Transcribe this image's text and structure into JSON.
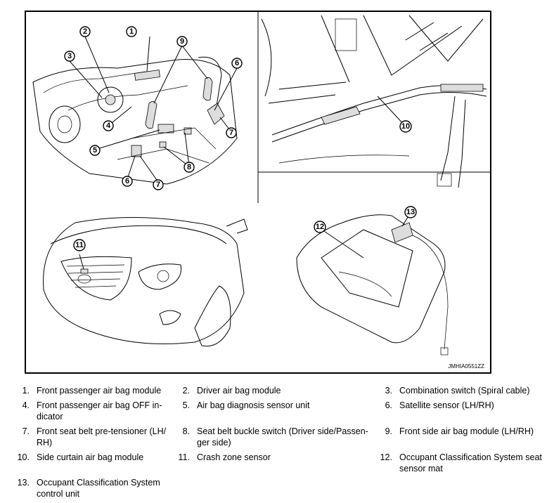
{
  "figure": {
    "code": "JMHIA0551ZZ",
    "callouts": [
      "1",
      "2",
      "3",
      "4",
      "5",
      "6",
      "7",
      "8",
      "9",
      "10",
      "11",
      "12",
      "13",
      "6",
      "7"
    ]
  },
  "legend": {
    "items": [
      {
        "num": "1.",
        "text": "Front passenger air bag module"
      },
      {
        "num": "2.",
        "text": "Driver air bag module"
      },
      {
        "num": "3.",
        "text": "Combination switch (Spiral cable)"
      },
      {
        "num": "4.",
        "text": "Front passenger air bag OFF in-",
        "text2": "dicator"
      },
      {
        "num": "5.",
        "text": "Air bag diagnosis sensor unit"
      },
      {
        "num": "6.",
        "text": "Satellite sensor (LH/RH)"
      },
      {
        "num": "7.",
        "text": "Front seat belt pre-tensioner (LH/",
        "text2": "RH)"
      },
      {
        "num": "8.",
        "text": "Seat belt buckle switch (Driver side/Passen-",
        "text2": "ger side)"
      },
      {
        "num": "9.",
        "text": "Front side air bag module (LH/RH)"
      },
      {
        "num": "10.",
        "text": "Side curtain air bag module"
      },
      {
        "num": "11.",
        "text": "Crash zone sensor"
      },
      {
        "num": "12.",
        "text": "Occupant Classification System seat",
        "text2": "sensor mat"
      },
      {
        "num": "13.",
        "text": "Occupant Classification System",
        "text2": "control unit"
      }
    ]
  }
}
